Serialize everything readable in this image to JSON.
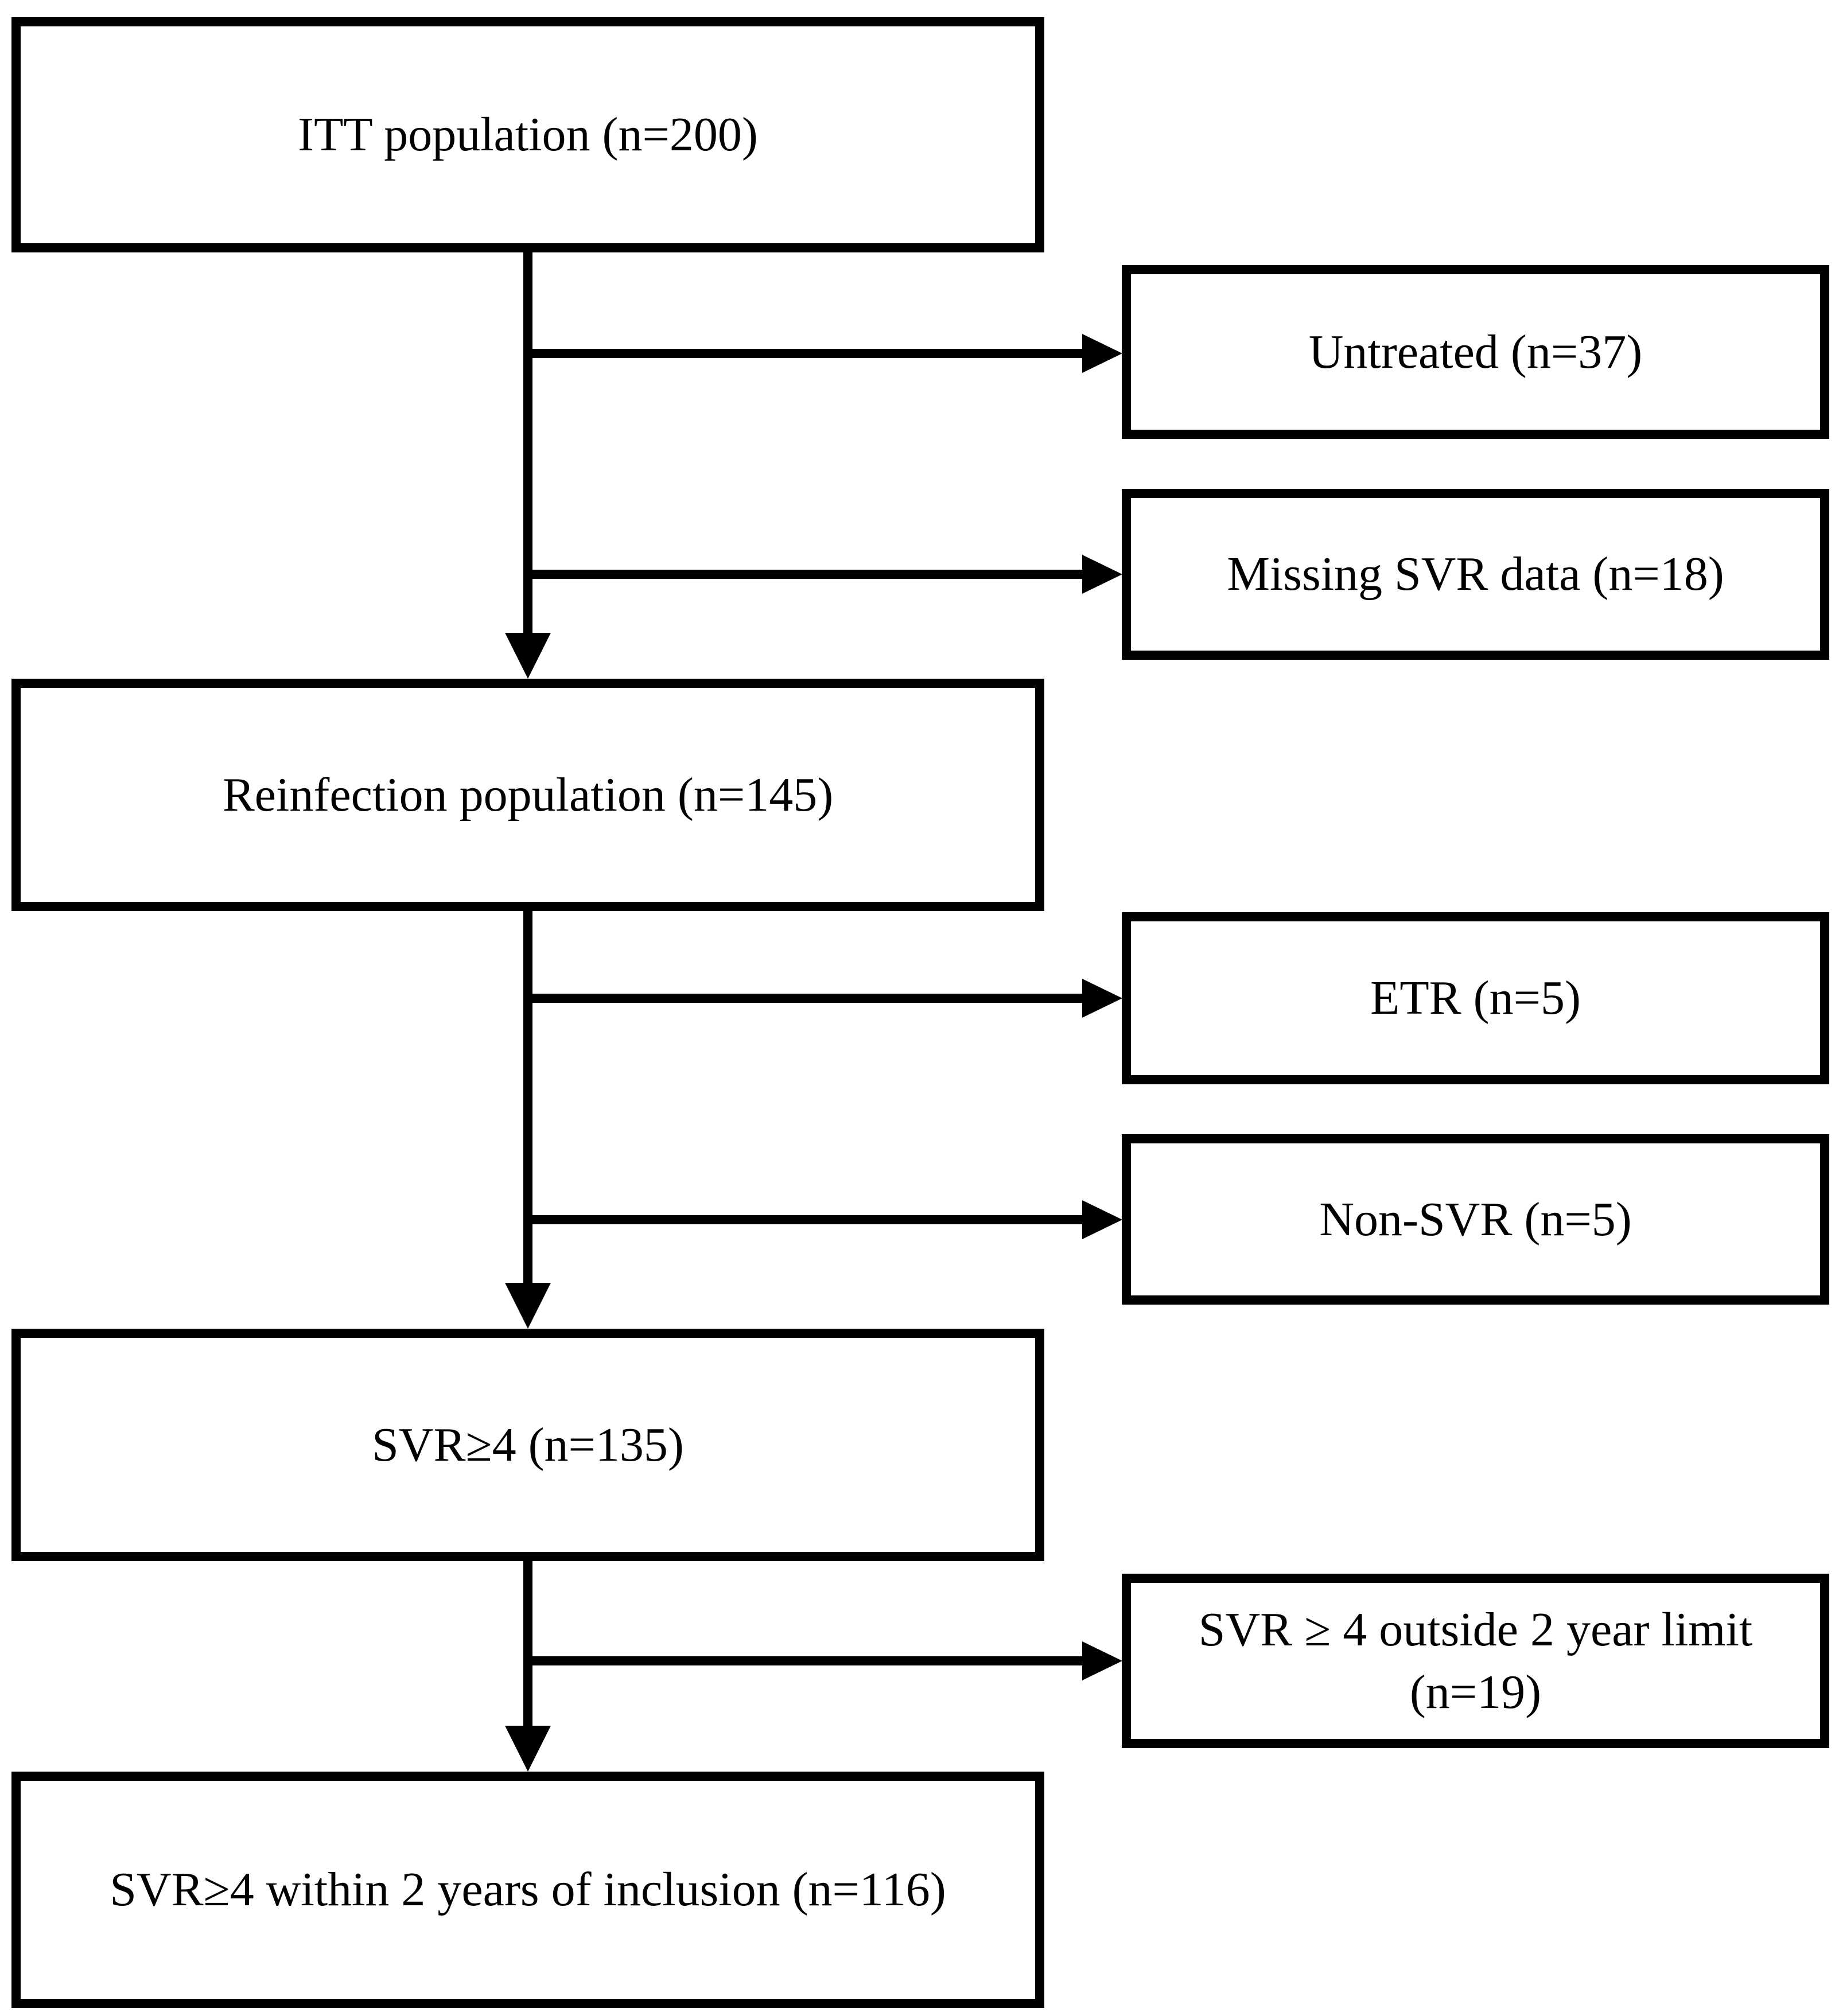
{
  "figure": {
    "type": "flowchart",
    "background_color": "#ffffff",
    "line_color": "#000000",
    "nodes": {
      "itt": {
        "label": "ITT population (n=200)",
        "n": 200
      },
      "untreated": {
        "label": "Untreated (n=37)",
        "n": 37
      },
      "missing_svr": {
        "label": "Missing SVR data (n=18)",
        "n": 18
      },
      "reinfection": {
        "label": "Reinfection population (n=145)",
        "n": 145
      },
      "etr": {
        "label": "ETR (n=5)",
        "n": 5
      },
      "non_svr": {
        "label": "Non-SVR (n=5)",
        "n": 5
      },
      "svr4": {
        "label": "SVR≥4 (n=135)",
        "n": 135
      },
      "svr4_outside": {
        "label_line1": "SVR ≥ 4 outside 2 year limit",
        "label_line2": "(n=19)",
        "n": 19
      },
      "svr4_within": {
        "label": "SVR≥4 within 2 years of inclusion (n=116)",
        "n": 116
      }
    },
    "edges": [
      {
        "from": "itt",
        "to": "untreated"
      },
      {
        "from": "itt",
        "to": "missing_svr"
      },
      {
        "from": "itt",
        "to": "reinfection"
      },
      {
        "from": "reinfection",
        "to": "etr"
      },
      {
        "from": "reinfection",
        "to": "non_svr"
      },
      {
        "from": "reinfection",
        "to": "svr4"
      },
      {
        "from": "svr4",
        "to": "svr4_outside"
      },
      {
        "from": "svr4",
        "to": "svr4_within"
      }
    ]
  }
}
